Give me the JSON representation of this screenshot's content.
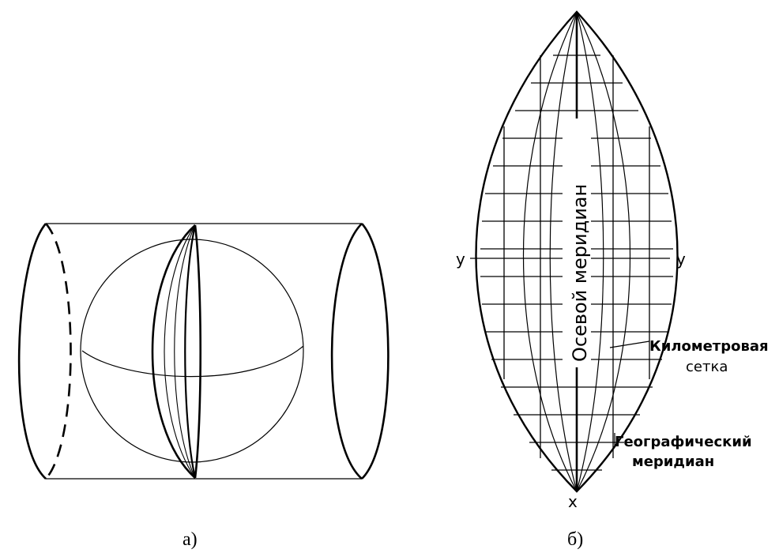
{
  "figure_a": {
    "caption": "a)"
  },
  "figure_b": {
    "caption": "б)",
    "axis_y_left": "y",
    "axis_y_right": "y",
    "axis_x_bottom": "x",
    "axial_meridian_label": "Осевой меридиан",
    "km_grid_label_line1": "Километровая",
    "km_grid_label_line2": "сетка",
    "geo_meridian_label_line1": "Географический",
    "geo_meridian_label_line2": "меридиан"
  }
}
